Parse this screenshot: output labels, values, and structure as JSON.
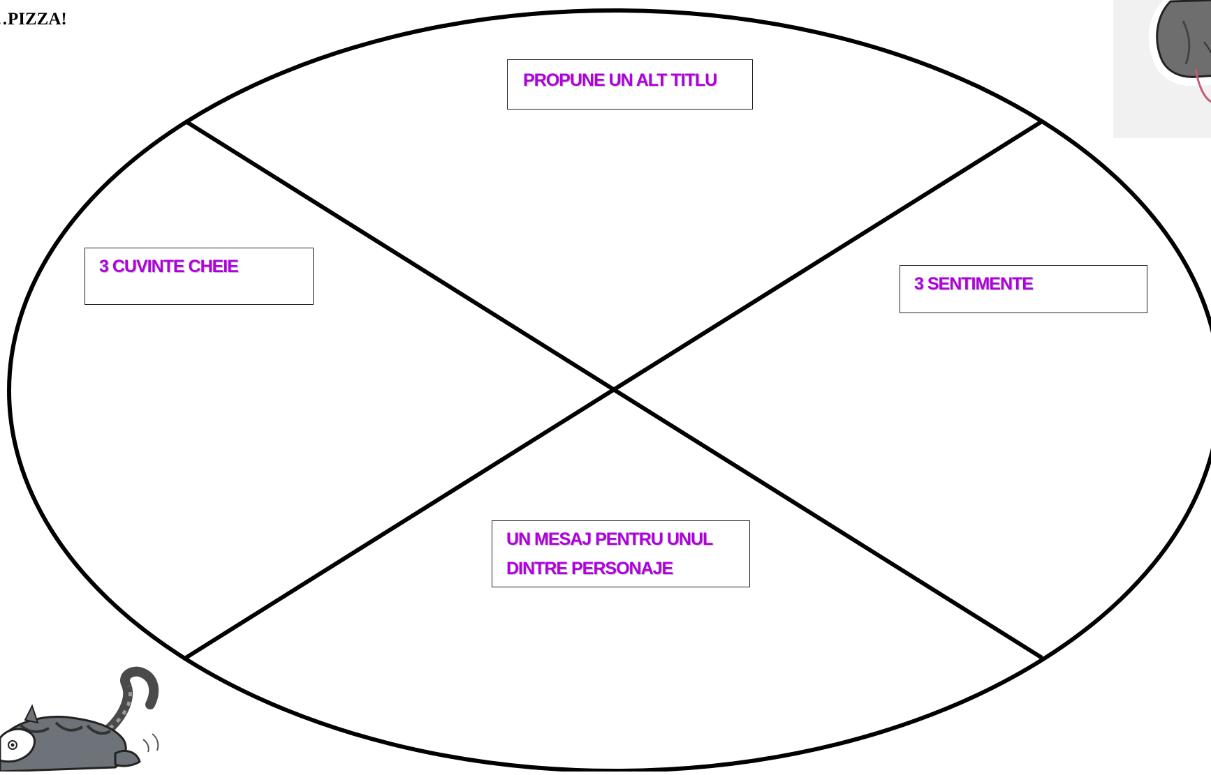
{
  "title": "…PIZZA!",
  "labels": {
    "top": "PROPUNE UN ALT TITLU",
    "left": "3 CUVINTE CHEIE",
    "right": "3 SENTIMENTE",
    "bottom_line1": "UN MESAJ PENTRU UNUL",
    "bottom_line2": "DINTRE PERSONAJE"
  },
  "colors": {
    "label_text": "#b000e0",
    "outline": "#000000"
  },
  "icons": {
    "top_right_image": "cat-head-sticker-illustration",
    "bottom_left_image": "running-cartoon-cat-illustration"
  }
}
